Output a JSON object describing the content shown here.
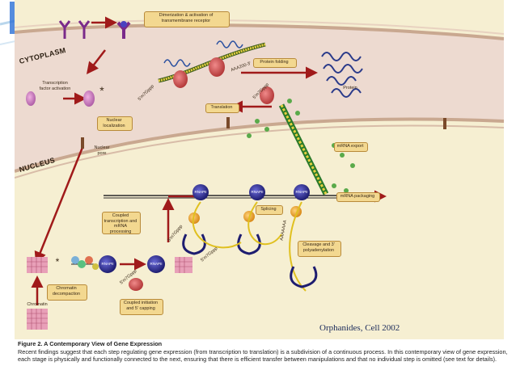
{
  "figure": {
    "regions": {
      "cytoplasm": "CYTOPLASM",
      "nucleus": "NUCLEUS"
    },
    "labels": {
      "dimerization": "Dimerization & activation of transmembrane receptor",
      "tf_activation": "Transcription factor activation",
      "nuclear_localization": "Nuclear localization",
      "nuclear_pore": "Nuclear pore",
      "protein_folding": "Protein folding",
      "protein": "Protein",
      "translation": "Translation",
      "mrna_export": "mRNA export",
      "mrna_packaging": "mRNA packaging",
      "coupled_transcription": "Coupled transcription and mRNA processing",
      "splicing": "Splicing",
      "cleavage": "Cleavage and 3' polyadenylation",
      "chromatin_decompaction": "Chromatin decompaction",
      "chromatin": "Chromatin",
      "coupled_initiation": "Coupled initiation and 5' capping",
      "rnapii_1": "RNAPII",
      "rnapii_2": "RNAPII",
      "rnapii_3": "RNAPII",
      "rnapii_4": "RNAPII",
      "rnapii_5": "RNAPII",
      "polya_1": "AAA200-3'",
      "polya_2": "AAAAAAA",
      "cap_1": "5'm7Gppp",
      "cap_2": "5'm7Gppp",
      "cap_3": "5'm7Gppp",
      "cap_4": "5'm7Gppp",
      "cap_5": "5'm7Gppp",
      "star_1": "*",
      "star_2": "*"
    }
  },
  "credit": "Orphanides, Cell 2002",
  "caption": {
    "title": "Figure 2. A Contemporary View of Gene Expression",
    "body": "Recent findings suggest that each step regulating gene expression (from transcription to translation) is a subdivision of a continuous process. In this contemporary view of gene expression, each stage is physically and functionally connected to the next, ensuring that there is efficient transfer between manipulations and that no individual step is omitted (see text for details)."
  },
  "colors": {
    "cytoplasm": "#eddad0",
    "nucleus": "#f6efd2",
    "arrow": "#a01a1a",
    "label_box": "#f3d890",
    "rnapii": "#2b2a8c",
    "accent_blue": "#2a6fd6"
  }
}
